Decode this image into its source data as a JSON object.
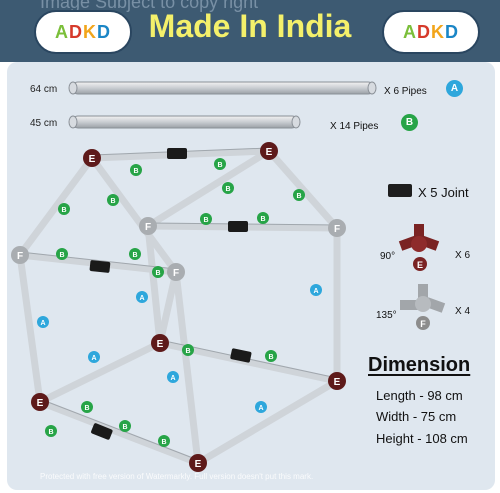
{
  "header": {
    "logo_text": "ADKD",
    "title": "Made In India",
    "watermark_top": "Image Subject to copy right"
  },
  "pipes": [
    {
      "length": "64 cm",
      "quantity": "X 6 Pipes",
      "badge": "A",
      "color": "#2ea7dc"
    },
    {
      "length": "45 cm",
      "quantity": "X 14 Pipes",
      "badge": "B",
      "color": "#27a447"
    }
  ],
  "joints": {
    "straight": {
      "quantity": "X 5 Joint"
    },
    "type_e": {
      "angle": "90°",
      "label": "E",
      "quantity": "X 6",
      "color": "#7a2323"
    },
    "type_f": {
      "angle": "135°",
      "label": "F",
      "quantity": "X 4",
      "color": "#8c8c8c"
    }
  },
  "dimension": {
    "title": "Dimension",
    "length": "Length - 98 cm",
    "width": "Width - 75 cm",
    "height": "Height - 108 cm"
  },
  "frame_labels": {
    "a": "A",
    "b": "B",
    "e": "E",
    "f": "F"
  },
  "footer": {
    "watermark": "Protected with free version of Watermarkly. Full version doesn't put this mark."
  }
}
